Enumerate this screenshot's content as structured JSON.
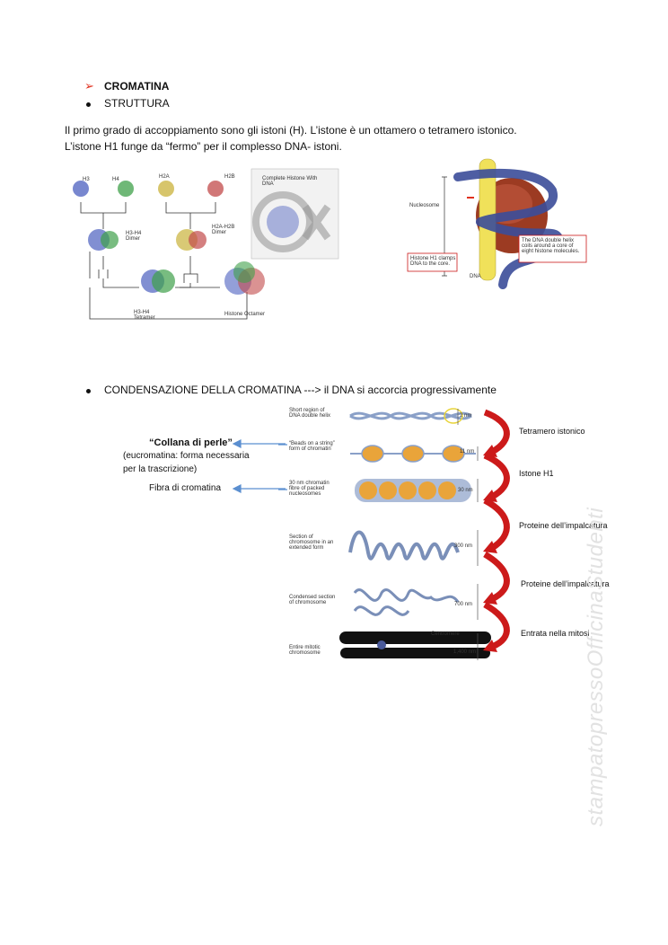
{
  "heading": {
    "marker": "➢",
    "title": "CROMATINA"
  },
  "bullets": {
    "structure": "STRUTTURA",
    "condensation": "CONDENSAZIONE DELLA CROMATINA ---> il DNA si accorcia progressivamente"
  },
  "paragraph": {
    "line1": "Il primo grado di accoppiamento sono gli istoni (H). L’istone è un ottamero o tetramero istonico.",
    "line2": "L’istone H1 funge da “fermo” per il complesso DNA- istoni."
  },
  "fig_assembly": {
    "labels": {
      "h3": "H3",
      "h4": "H4",
      "h2a": "H2A",
      "h2b": "H2B",
      "h3h4_dimer": "H3-H4\nDimer",
      "h2a_h2b_dimer": "H2A-H2B\nDimer",
      "tetramer": "H3-H4\nTetramer",
      "octamer": "Histone Octamer",
      "complete": "Complete Histone With\nDNA"
    }
  },
  "fig_nucleosome": {
    "labels": {
      "nucleosome": "Nucleosome",
      "h1": "Histone H1 clamps\nDNA to the core.",
      "dna": "DNA",
      "coil": "The DNA double helix\ncoils around a core of\neight histone molecules."
    }
  },
  "fig_condensation": {
    "rows": [
      {
        "label": "Short region of\nDNA double helix",
        "size": "2 nm"
      },
      {
        "label": "“Beads on a string”\nform of chromatin",
        "size": "11 nm"
      },
      {
        "label": "30 nm chromatin\nfibre of packed\nnucleosomes",
        "size": "30 nm"
      },
      {
        "label": "Section of\nchromosome in an\nextended form",
        "size": "300 nm"
      },
      {
        "label": "Condensed section\nof chromosome",
        "size": "700 nm"
      },
      {
        "label": "Entire mitotic\nchromosome",
        "size": "1,400 nm"
      }
    ],
    "centromere": "Centromere",
    "steps": [
      "Tetramero istonico",
      "Istone H1",
      "Proteine dell’impalcatura",
      "Proteine dell’impalcatura",
      "Entrata nella mitosi"
    ],
    "annotations": {
      "collana": "“Collana di perle”",
      "eucro1": "(eucromatina: forma necessaria",
      "eucro2": "per la trascrizione)",
      "fibra": "Fibra di cromatina"
    }
  },
  "watermark": "stampatopressoOfficinaStudenti",
  "colors": {
    "marker": "#e0301e",
    "arrow_red": "#cc1a1a",
    "arrow_blue": "#5b8fd0",
    "dna_blue": "#3b4d9a",
    "bead": "#e9a43a"
  }
}
